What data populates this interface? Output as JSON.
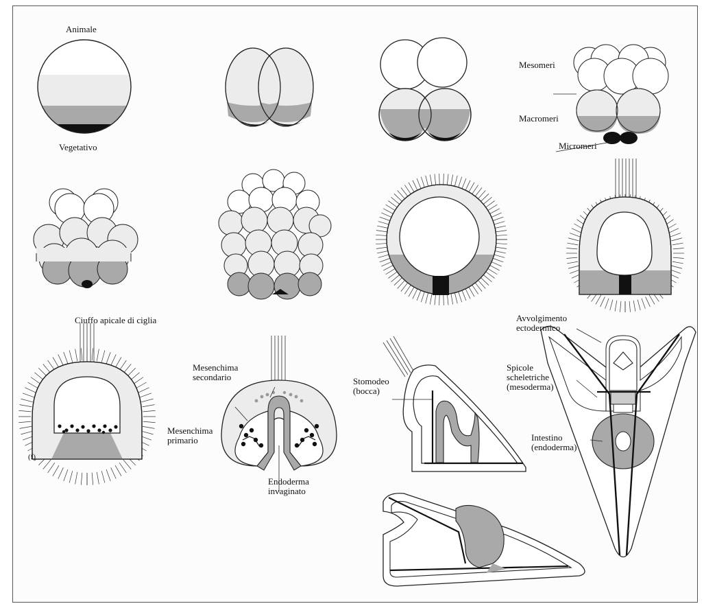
{
  "labels": {
    "animale": "Animale",
    "vegetativo": "Vegetativo",
    "mesomeri": "Mesomeri",
    "macromeri": "Macromeri",
    "micromeri": "Micromeri",
    "ciuffo": "Ciuffo apicale di ciglia",
    "mesenchima_sec_1": "Mesenchima",
    "mesenchima_sec_2": "secondario",
    "mesenchima_pri_1": "Mesenchima",
    "mesenchima_pri_2": "primario",
    "endoderma_1": "Endoderma",
    "endoderma_2": "invaginato",
    "stomodeo_1": "Stomodeo",
    "stomodeo_2": "(bocca)",
    "avvolgimento_1": "Avvolgimento",
    "avvolgimento_2": "ectodermico",
    "spicole_1": "Spicole",
    "spicole_2": "scheletriche",
    "spicole_3": "(mesoderma)",
    "intestino_1": "Intestino",
    "intestino_2": "(endoderma)",
    "panel_letter": "(f)"
  },
  "colors": {
    "animal_pole": "#ffffff",
    "ectoderm": "#ececec",
    "vegetal_band": "#a9a9a9",
    "micromere": "#111111",
    "outline": "#222222"
  }
}
